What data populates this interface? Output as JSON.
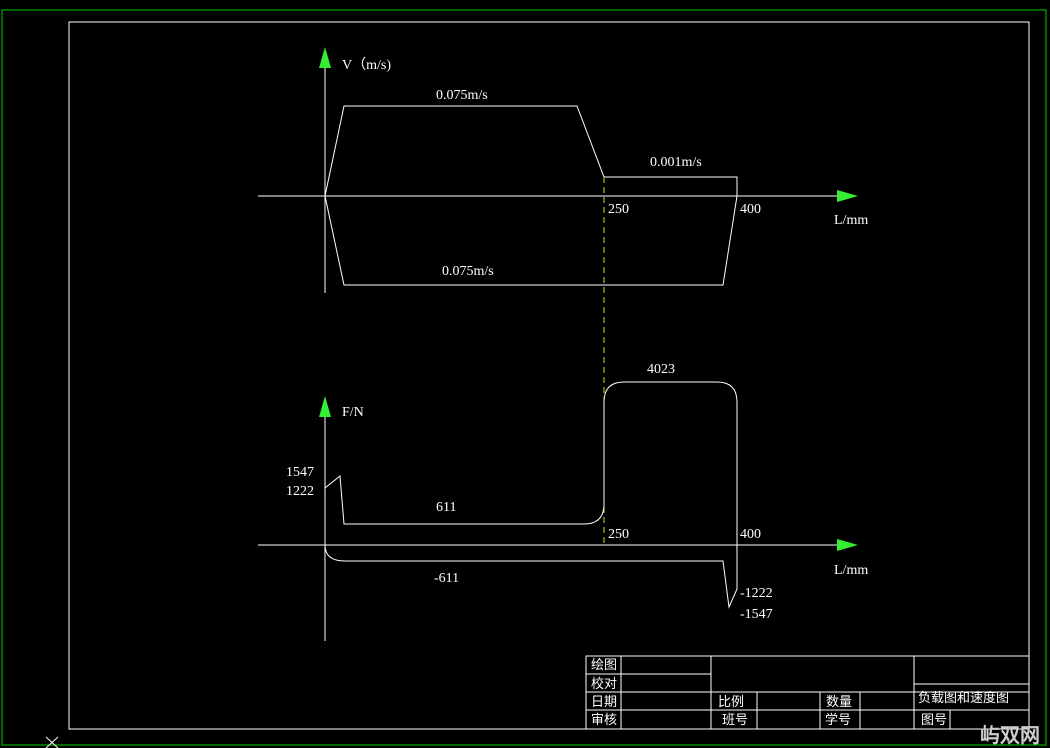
{
  "colors": {
    "background": "#000000",
    "outer_border": "#00cc00",
    "line": "#ffffff",
    "arrow": "#33ee33",
    "dashed_guide": "#dddd00"
  },
  "velocity_diagram": {
    "y_label": "V（m/s)",
    "x_label": "L/mm",
    "label_forward_fast": "0.075m/s",
    "label_forward_slow": "0.001m/s",
    "label_return_fast": "0.075m/s",
    "tick_250": "250",
    "tick_400": "400"
  },
  "force_diagram": {
    "y_label": "F/N",
    "x_label": "L/mm",
    "label_start_peak": "1547",
    "label_start_level": "1222",
    "label_forward": "611",
    "label_working": "4023",
    "label_return": "-611",
    "label_return_level": "-1222",
    "label_return_peak": "-1547",
    "tick_250": "250",
    "tick_400": "400"
  },
  "title_block": {
    "drawn_by": "绘图",
    "checked_by": "校对",
    "date": "日期",
    "reviewed_by": "审核",
    "scale": "比例",
    "quantity": "数量",
    "class_no": "班号",
    "student_no": "学号",
    "drawing_title": "负载图和速度图",
    "drawing_no": "图号"
  },
  "watermark": {
    "text": "屿双网"
  }
}
